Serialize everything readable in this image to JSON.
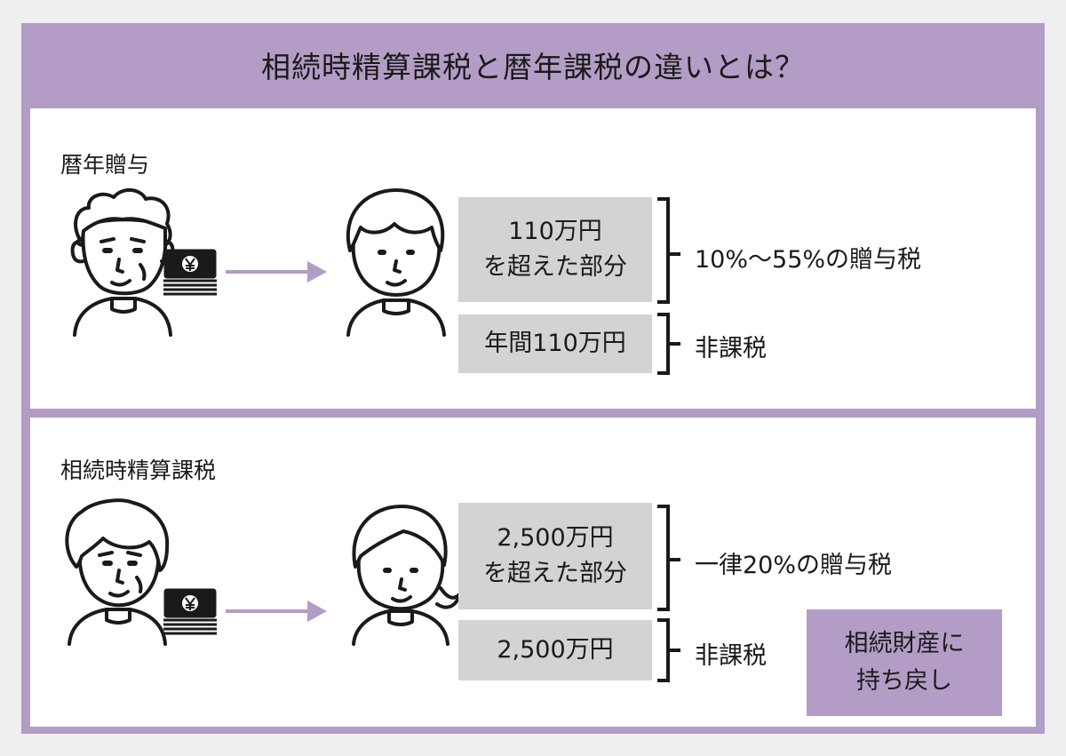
{
  "title": "相続時精算課税と暦年課税の違いとは？",
  "colors": {
    "frame": "#b39dc6",
    "box": "#d3d3d3",
    "arrow": "#b39dc6",
    "panel": "#ffffff"
  },
  "rekinen": {
    "label": "暦年贈与",
    "giver_icon": "elderly-man-icon",
    "money_icon": "yen-bills-icon",
    "receiver_icon": "young-person-icon",
    "box_upper_line1": "110万円",
    "box_upper_line2": "を超えた部分",
    "box_lower": "年間110万円",
    "result_upper": "10%～55%の贈与税",
    "result_lower": "非課税"
  },
  "seisan": {
    "label": "相続時精算課税",
    "giver_icon": "elderly-woman-icon",
    "money_icon": "yen-bills-icon",
    "receiver_icon": "young-woman-icon",
    "box_upper_line1": "2,500万円",
    "box_upper_line2": "を超えた部分",
    "box_lower": "2,500万円",
    "result_upper": "一律20%の贈与税",
    "result_lower": "非課税",
    "return_line1": "相続財産に",
    "return_line2": "持ち戻し"
  }
}
